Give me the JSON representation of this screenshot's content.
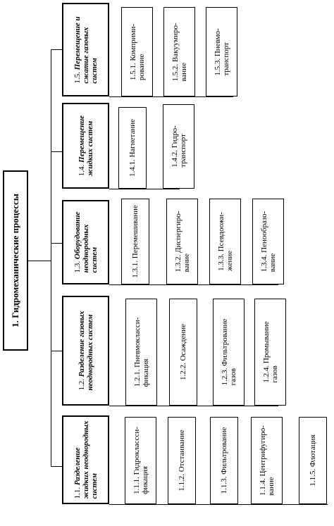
{
  "root": {
    "label": "1. Гидромеханические процессы"
  },
  "groups": [
    {
      "num": "1.5.",
      "title": "Перемещение и\nсжатие газовых\nсистем",
      "children": [
        "1.5.1. Комприми-\nрование",
        "1.5.2. Вакуумиро-\nвание",
        "1.5.3. Пневмо-\nтранспорт"
      ]
    },
    {
      "num": "1.4.",
      "title": "Перемещение\nжидких систем",
      "children": [
        "1.4.1. Нагнетание",
        "1.4.2. Гидро-\nтранспорт"
      ]
    },
    {
      "num": "1.3.",
      "title": "Оборудование\nнеоднородных\nсистем",
      "children": [
        "1.3.1. Перемешивание",
        "1.3.2. Диспергиро-\nвание",
        "1.3.3. Псевдоожи-\nжение",
        "1.3.4. Пенообразо-\nвание"
      ]
    },
    {
      "num": "1.2.",
      "title": "Разделение газовых\nнеоднородных систем",
      "children": [
        "1.2.1. Пневмокласси-\nфикация",
        "1.2.2. Осаждение",
        "1.2.3. Фильтрование\nгазов",
        "1.2.4. Промывание\nгазов"
      ]
    },
    {
      "num": "1.1.",
      "title": "Разделение\nжидких неоднородных\nсистем",
      "children": [
        "1.1.1. Гидроклассси-\nфикация",
        "1.1.2. Отстаивание",
        "1.1.3. Фильтрование",
        "1.1.4. Центрифугиро-\nвание",
        "1.1.5. Флотация"
      ]
    }
  ]
}
